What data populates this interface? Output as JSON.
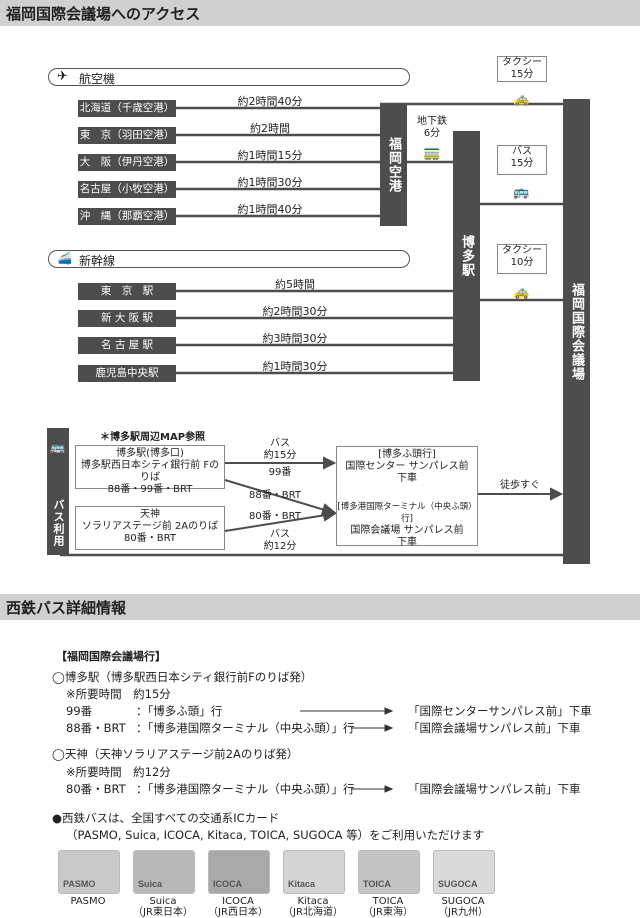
{
  "headers": {
    "access": "福岡国際会議場へのアクセス",
    "bus_info": "西鉄バス詳細情報"
  },
  "air": {
    "title": "航空機",
    "airport": "福岡空港",
    "origins": [
      {
        "label": "北海道（千歳空港）",
        "time": "約2時間40分"
      },
      {
        "label": "東　京（羽田空港）",
        "time": "約2時間"
      },
      {
        "label": "大　阪（伊丹空港）",
        "time": "約1時間15分"
      },
      {
        "label": "名古屋（小牧空港）",
        "time": "約1時間30分"
      },
      {
        "label": "沖　縄（那覇空港）",
        "time": "約1時間40分"
      }
    ]
  },
  "shinkansen": {
    "title": "新幹線",
    "station": "博多駅",
    "origins": [
      {
        "label": "東　京　駅",
        "time": "約5時間"
      },
      {
        "label": "新 大 阪 駅",
        "time": "約2時間30分"
      },
      {
        "label": "名 古 屋 駅",
        "time": "約3時間30分"
      },
      {
        "label": "鹿児島中央駅",
        "time": "約1時間30分"
      }
    ]
  },
  "venue": "福岡国際会議場",
  "subway": {
    "line1": "地下鉄",
    "line2": "6分"
  },
  "taxi1": {
    "line1": "タクシー",
    "line2": "15分"
  },
  "bus1": {
    "line1": "バス",
    "line2": "15分"
  },
  "taxi2": {
    "line1": "タクシー",
    "line2": "10分"
  },
  "bus_section": {
    "label": "バス利用",
    "note": "＊博多駅周辺MAP参照",
    "hakata": {
      "l1": "博多駅(博多口)",
      "l2": "博多駅西日本シティ銀行前 Fのりば",
      "l3": "88番・99番・BRT"
    },
    "tenjin": {
      "l1": "天神",
      "l2": "ソラリアステージ前 2Aのりば",
      "l3": "80番・BRT"
    },
    "dest1": {
      "l1": "[博多ふ頭行]",
      "l2": "国際センター サンパレス前",
      "l3": "下車"
    },
    "dest2": {
      "l1": "[博多港国際ターミナル（中央ふ頭）行]",
      "l2": "国際会議場 サンパレス前",
      "l3": "下車"
    },
    "r1a": "バス",
    "r1b": "約15分",
    "r2": "99番",
    "r3": "88番・BRT",
    "r4": "80番・BRT",
    "r5a": "バス",
    "r5b": "約12分",
    "walk": "徒歩すぐ"
  },
  "details": {
    "heading": "【福岡国際会議場行】",
    "hakata_title": "◯博多駅（博多駅西日本シティ銀行前Fのりば発）",
    "hakata_time": "※所要時間　約15分",
    "rows1": [
      {
        "route": "99番",
        "dest": "：「博多ふ頭」行",
        "stop": "「国際センターサンパレス前」下車"
      },
      {
        "route": "88番・BRT",
        "dest": "：「博多港国際ターミナル（中央ふ頭）」行",
        "stop": "「国際会議場サンパレス前」下車"
      }
    ],
    "tenjin_title": "◯天神（天神ソラリアステージ前2Aのりば発）",
    "tenjin_time": "※所要時間　約12分",
    "rows2": [
      {
        "route": "80番・BRT",
        "dest": "：「博多港国際ターミナル（中央ふ頭）」行",
        "stop": "「国際会議場サンパレス前」下車"
      }
    ],
    "ic_line1": "●西鉄バスは、全国すべての交通系ICカード",
    "ic_line2": "（PASMO, Suica, ICOCA, Kitaca, TOICA, SUGOCA 等）をご利用いただけます"
  },
  "cards": [
    {
      "l1": "PASMO",
      "l2": "",
      "color": "#c9c9c9",
      "face": "PASMO"
    },
    {
      "l1": "Suica",
      "l2": "（JR東日本）",
      "color": "#b8b8b8",
      "face": "Suica"
    },
    {
      "l1": "ICOCA",
      "l2": "（JR西日本）",
      "color": "#a9a9a9",
      "face": "ICOCA"
    },
    {
      "l1": "Kitaca",
      "l2": "（JR北海道）",
      "color": "#d4d4d4",
      "face": "Kitaca"
    },
    {
      "l1": "TOICA",
      "l2": "（JR東海）",
      "color": "#c4c4c4",
      "face": "TOICA"
    },
    {
      "l1": "SUGOCA",
      "l2": "（JR九州）",
      "color": "#dadada",
      "face": "SUGOCA"
    }
  ]
}
